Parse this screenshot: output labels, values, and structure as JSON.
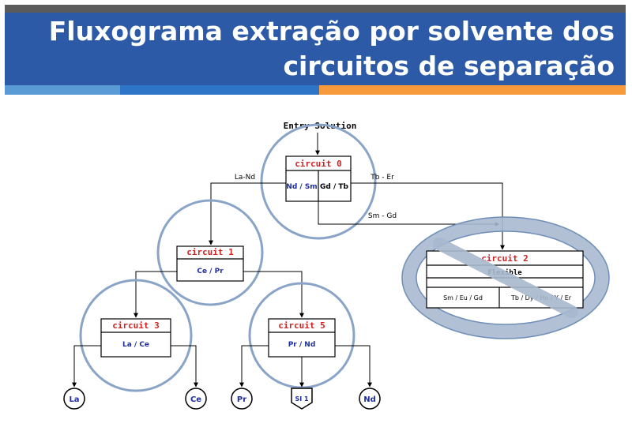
{
  "slide": {
    "title_line1": "Fluxograma extração por solvente dos",
    "title_line2": "circuitos de separação"
  },
  "colors": {
    "header_blue": "#2c5aa6",
    "top_bar": "#5b5b5b",
    "accent_light_blue": "#5b9bd5",
    "accent_mid_blue": "#2e75c8",
    "accent_orange": "#f79a3b",
    "circle_outline": "#8aa4c8",
    "circuit_red": "#cc2222",
    "link_blue": "#1f2fa0"
  },
  "diagram": {
    "entry_label": "Entry Solution",
    "circuit0": {
      "title": "circuit 0",
      "left": "Nd / Sm",
      "right": "Gd / Tb"
    },
    "circuit1": {
      "title": "circuit 1",
      "content": "Ce / Pr"
    },
    "circuit2": {
      "title": "circuit 2",
      "middle": "Flexible",
      "left": "Sm / Eu / Gd",
      "right": "Tb / Dy / Ho / Y / Er"
    },
    "circuit3": {
      "title": "circuit 3",
      "content": "La / Ce"
    },
    "circuit5": {
      "title": "circuit 5",
      "content": "Pr / Nd"
    },
    "edges": {
      "la_nd": "La-Nd",
      "tb_er": "Tb - Er",
      "sm_gd": "Sm - Gd"
    },
    "outputs": {
      "la": "La",
      "ce": "Ce",
      "pr": "Pr",
      "si1": "SI 1",
      "nd": "Nd"
    }
  }
}
